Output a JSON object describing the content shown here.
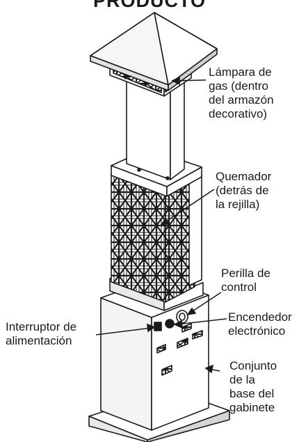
{
  "header": {
    "title": "PRODUCTO"
  },
  "callouts": {
    "lampara": "Lámpara de\ngas (dentro\ndel armazón\ndecorativo)",
    "quemador": "Quemador\n(detrás de\nla rejilla)",
    "perilla": "Perilla de\ncontrol",
    "interruptor": "Interruptor de\nalimentación",
    "encendedor": "Encendedor\nelectrónico",
    "base": "Conjunto\nde la\nbase del\ngabinete"
  }
}
